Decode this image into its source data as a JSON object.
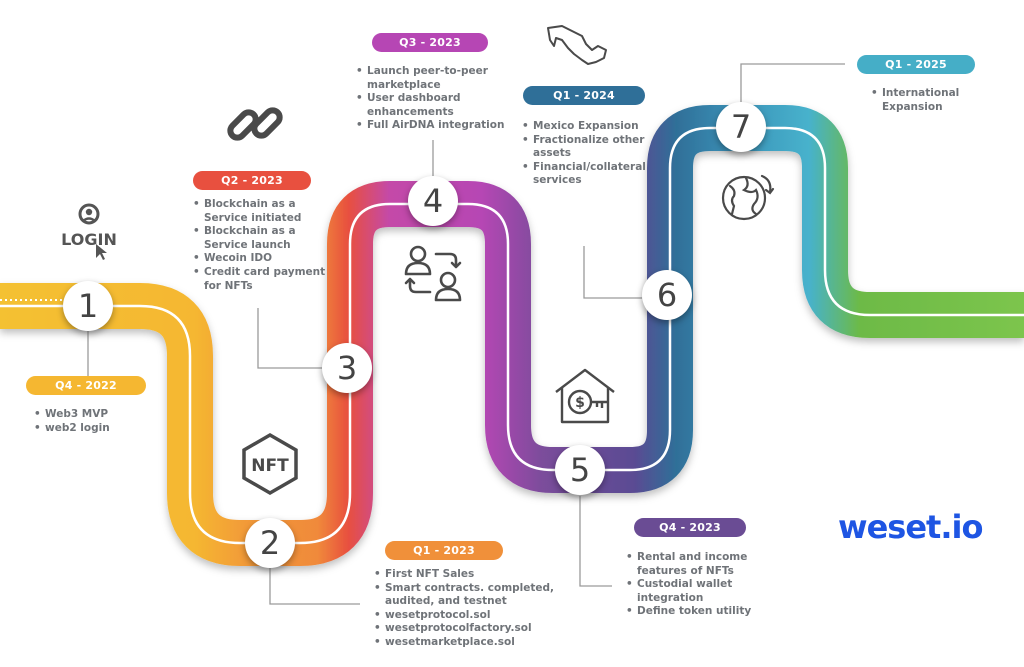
{
  "milestones": [
    "1",
    "2",
    "3",
    "4",
    "5",
    "6",
    "7"
  ],
  "phases": [
    {
      "label": "Q4 - 2022",
      "color": "#f5b731",
      "items": [
        "Web3 MVP",
        "web2 login"
      ]
    },
    {
      "label": "Q1 - 2023",
      "color": "#f0903a",
      "items": [
        "First NFT Sales",
        "Smart contracts. completed, audited, and testnet",
        "wesetprotocol.sol",
        "wesetprotocolfactory.sol",
        "wesetmarketplace.sol"
      ]
    },
    {
      "label": "Q2 - 2023",
      "color": "#e8503f",
      "items": [
        "Blockchain as a Service initiated",
        "Blockchain as a Service launch",
        "Wecoin IDO",
        "Credit card payment for NFTs"
      ]
    },
    {
      "label": "Q3 - 2023",
      "color": "#b646b4",
      "items": [
        "Launch peer-to-peer marketplace",
        "User dashboard enhancements",
        "Full AirDNA integration"
      ]
    },
    {
      "label": "Q4 - 2023",
      "color": "#6a4c94",
      "items": [
        "Rental and income features of NFTs",
        "Custodial wallet integration",
        "Define token utility"
      ]
    },
    {
      "label": "Q1 - 2024",
      "color": "#2f6f98",
      "items": [
        "Mexico Expansion",
        "Fractionalize other assets",
        "Financial/collateral services"
      ]
    },
    {
      "label": "Q1 - 2025",
      "color": "#45aec7",
      "items": [
        "International Expansion"
      ]
    }
  ],
  "icons": {
    "login_text": "LOGIN",
    "nft_text": "NFT"
  },
  "brand": {
    "logo": "weset.io",
    "color": "#1e55e3"
  }
}
